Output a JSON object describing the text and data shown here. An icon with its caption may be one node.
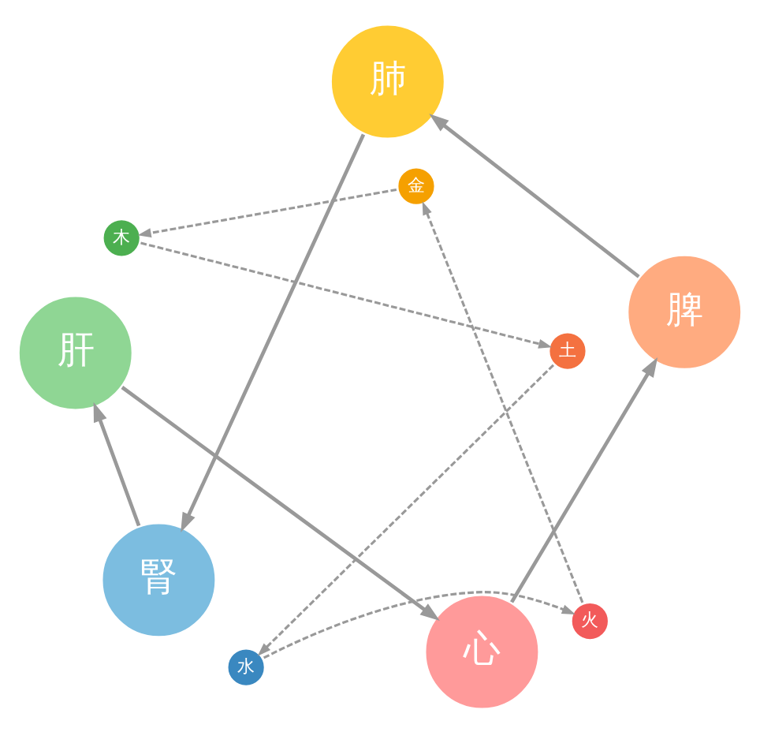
{
  "diagram": {
    "nodes": [
      {
        "text": [
          "肝"
        ]
      },
      {
        "text": [
          "腎"
        ]
      },
      {
        "text": [
          "心"
        ]
      },
      {
        "text": [
          "肺"
        ]
      },
      {
        "text": [
          "脾"
        ]
      },
      {
        "text": [
          "木"
        ]
      },
      {
        "text": [
          "水"
        ]
      },
      {
        "text": [
          "火"
        ]
      },
      {
        "text": [
          "金"
        ]
      },
      {
        "text": [
          "土"
        ]
      }
    ],
    "edges": [
      {
        "from": 0,
        "to": 2,
        "arrow": "to"
      },
      {
        "from": 2,
        "to": 4,
        "arrow": "to"
      },
      {
        "from": 4,
        "to": 3,
        "arrow": "to"
      },
      {
        "from": 3,
        "to": 1,
        "arrow": "to"
      },
      {
        "from": 1,
        "to": 0,
        "arrow": "to"
      },
      {
        "from": 6,
        "to": 7,
        "arrow": "to",
        "style": "dashed"
      },
      {
        "from": 7,
        "to": 8,
        "arrow": "to",
        "style": "dashed"
      },
      {
        "from": 8,
        "to": 5,
        "arrow": "to",
        "style": "dashed"
      },
      {
        "from": 5,
        "to": 9,
        "arrow": "to",
        "style": "dashed"
      },
      {
        "from": 9,
        "to": 6,
        "arrow": "to",
        "style": "dashed"
      }
    ]
  }
}
